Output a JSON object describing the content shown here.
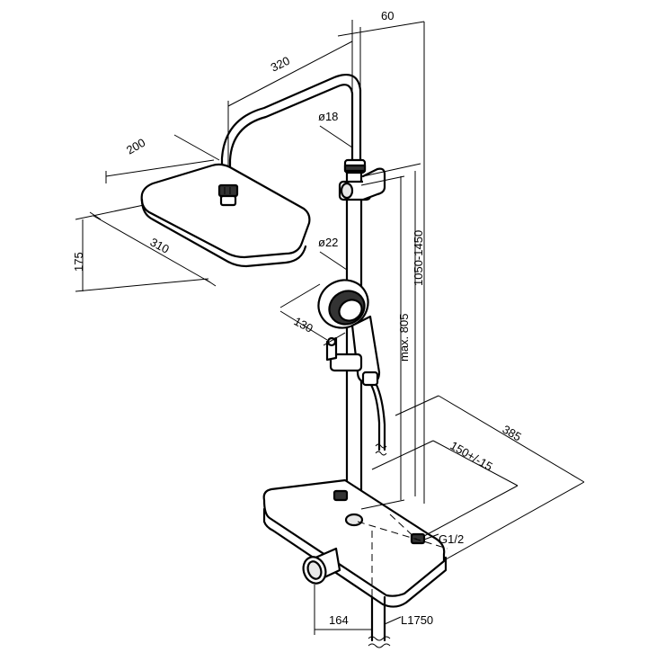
{
  "title": "",
  "dimensions": {
    "d60": "60",
    "d320": "320",
    "d200": "200",
    "d18": "ø18",
    "d175": "175",
    "d310": "310",
    "d22": "ø22",
    "d1050": "1050-1450",
    "d130": "130",
    "d805": "max. 805",
    "d385": "385",
    "d150": "150+/-15",
    "dG12": "G1/2",
    "d164": "164",
    "dL1750": "L1750"
  }
}
